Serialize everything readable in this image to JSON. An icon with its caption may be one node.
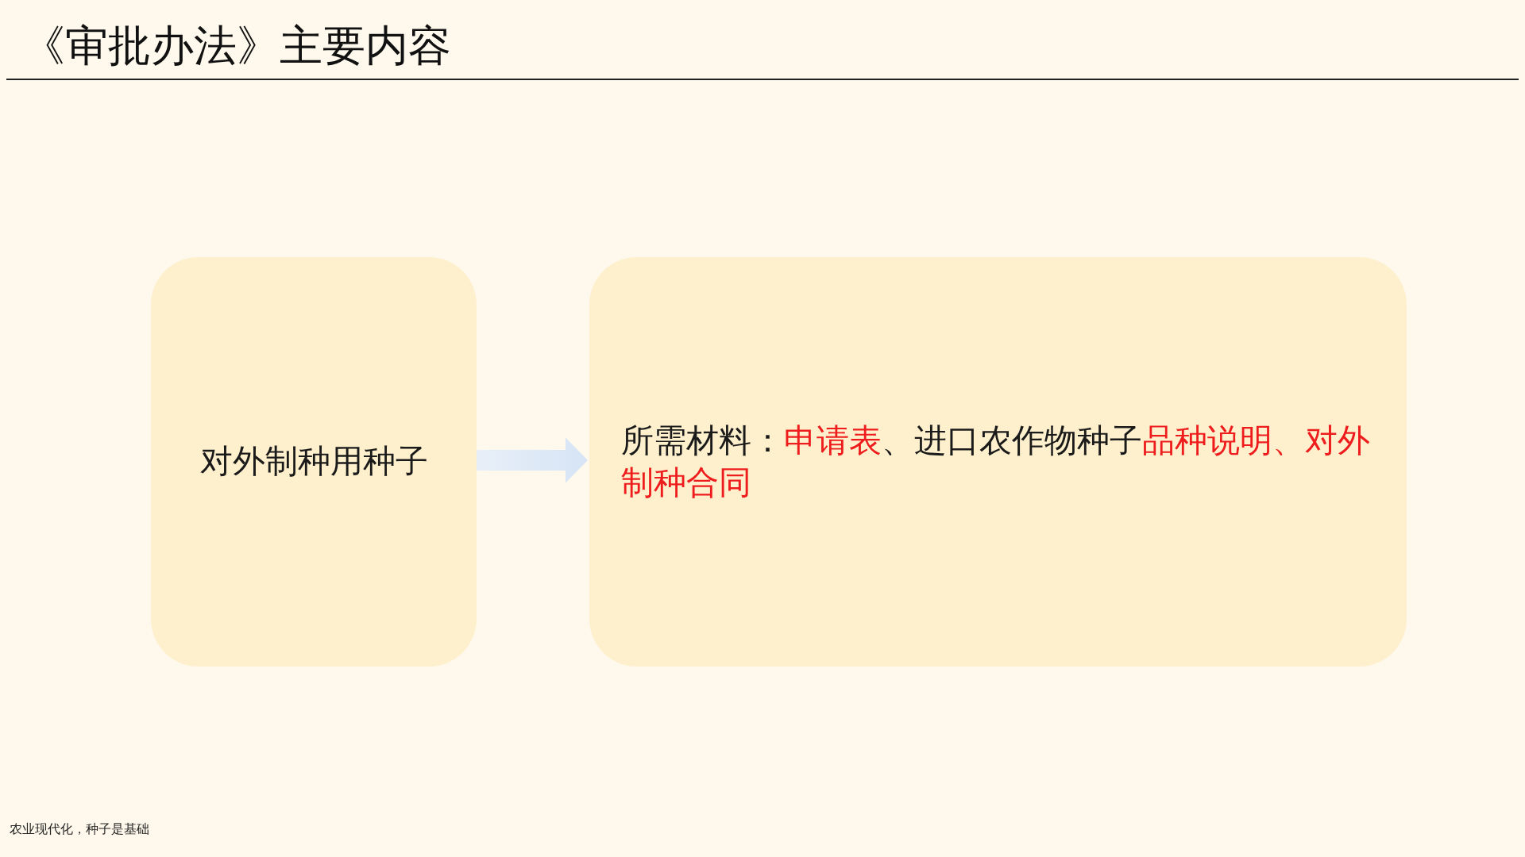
{
  "diagram": {
    "title": "《审批办法》主要内容",
    "nodes": [
      {
        "text": [
          "对外制种用种子"
        ]
      },
      {
        "text": [
          "所需材料：**申请表**、进口农作物种子**品种说明、对外制种合同**"
        ]
      }
    ],
    "edges": [
      {
        "from": 0,
        "to": 1,
        "arrow": "to",
        "style": "thick"
      }
    ],
    "labels": [
      "农业现代化，种子是基础"
    ]
  }
}
